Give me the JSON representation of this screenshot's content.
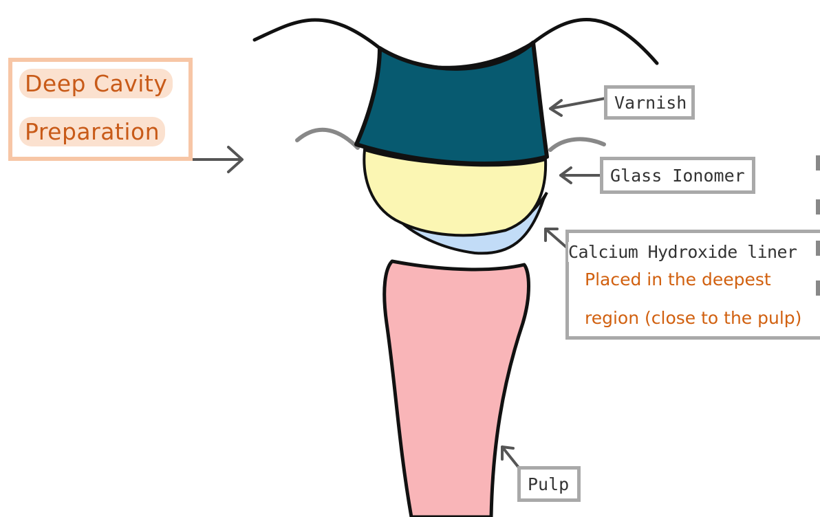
{
  "title": {
    "line1": "Deep Cavity",
    "line2": "Preparation"
  },
  "labels": {
    "varnish": "Varnish",
    "glass_ionomer": "Glass Ionomer",
    "calcium_hydroxide": "Calcium Hydroxide liner",
    "calcium_note_line1": "Placed in the deepest",
    "calcium_note_line2": "region (close to the pulp)",
    "pulp": "Pulp"
  },
  "colors": {
    "varnish": "#075a70",
    "glass_ionomer": "#fbf6b3",
    "calcium_hydroxide": "#c2dcf7",
    "pulp": "#f9b5b8",
    "title_text": "#c85a18",
    "note_text": "#d1600f",
    "box_border": "#a9a9a9"
  }
}
